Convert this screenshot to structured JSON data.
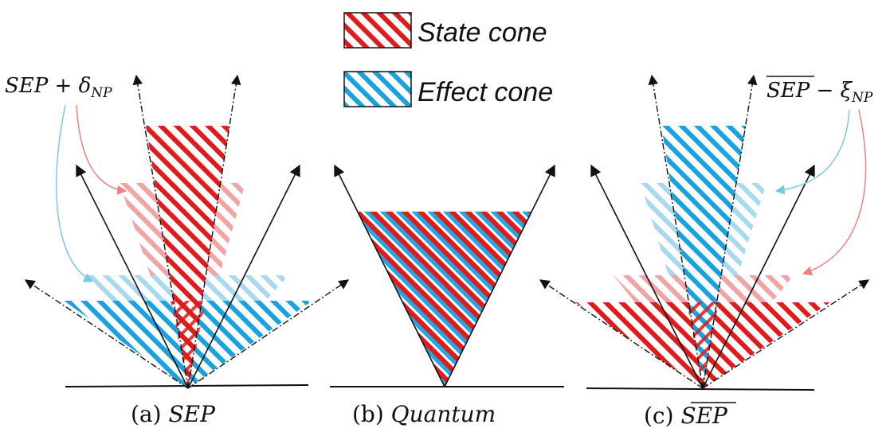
{
  "colors": {
    "state": "#e01b1b",
    "effect": "#1ba1de",
    "state_light": "#f2a3a3",
    "effect_light": "#a9d9ef",
    "axis": "#111111"
  },
  "legend": {
    "state_label": "State cone",
    "effect_label": "Effect cone"
  },
  "annotations": {
    "sep_plus": "SEP + δ",
    "sep_plus_sub": "NP",
    "sepbar_minus_main": "SEP",
    "sepbar_minus_rest": " − ξ",
    "sepbar_minus_sub": "NP"
  },
  "captions": {
    "a_prefix": "(a) ",
    "a_name": "SEP",
    "b_prefix": "(b) ",
    "b_name": "Quantum",
    "c_prefix": "(c) ",
    "c_name": "SEP"
  }
}
